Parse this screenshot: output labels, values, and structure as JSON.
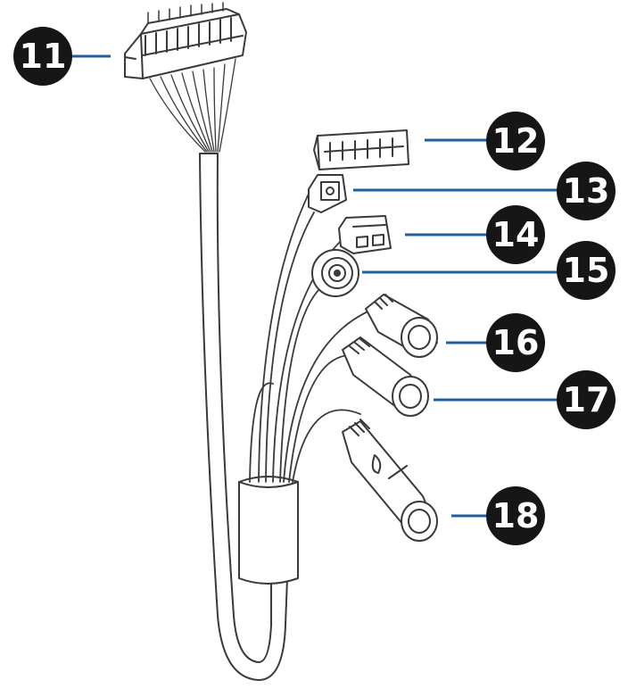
{
  "colors": {
    "callout_fill": "#161616",
    "callout_text": "#ffffff",
    "leader_line": "#1f5f9f",
    "cable_stroke": "#3a3a3a",
    "cable_fill": "#ffffff"
  },
  "callouts": [
    {
      "label": "11"
    },
    {
      "label": "12"
    },
    {
      "label": "13"
    },
    {
      "label": "14"
    },
    {
      "label": "15"
    },
    {
      "label": "16"
    },
    {
      "label": "17"
    },
    {
      "label": "18"
    }
  ]
}
